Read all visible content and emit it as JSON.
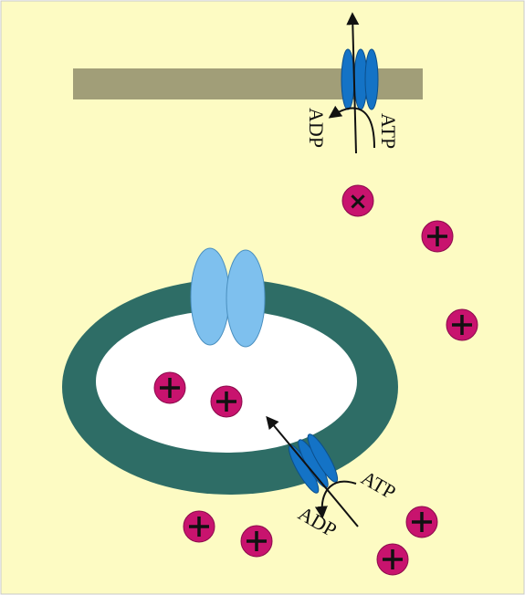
{
  "labels": {
    "top_adp": "ADP",
    "top_atp": "ATP",
    "bottom_atp": "ATP",
    "bottom_adp": "ADP"
  },
  "ions": {
    "x_ion_symbol": "×",
    "cation_symbol": "+",
    "cations_outside": 6,
    "cations_inside_vesicle": 2
  },
  "colors": {
    "background": "#fdfbc3",
    "plasma_membrane": "#a19e78",
    "vesicle_membrane": "#2e6d66",
    "vesicle_lumen": "#ffffff",
    "pump": "#1473c6",
    "channel": "#7ec0ee",
    "ion": "#c8136e",
    "arrow": "#111111"
  },
  "icons": {
    "pump": "atp-pump-icon",
    "channel": "ion-channel-icon",
    "ion": "cation-icon"
  }
}
